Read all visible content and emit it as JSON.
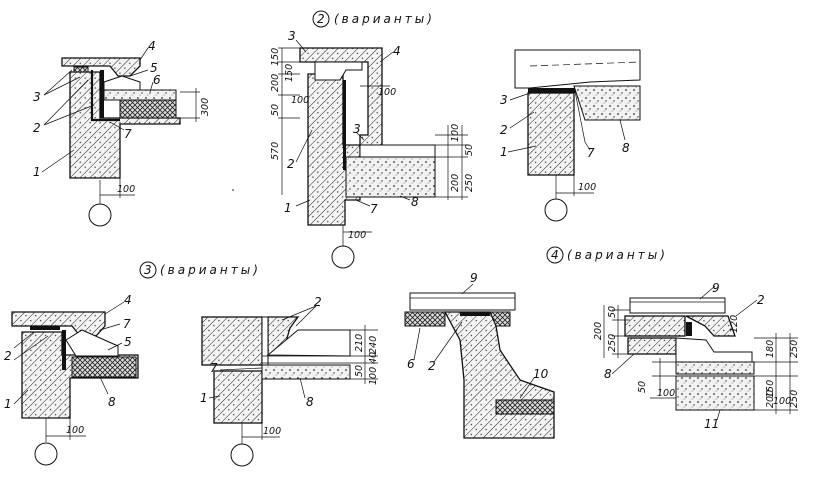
{
  "captions": {
    "v2_num": "2",
    "v2_text": "(варианты)",
    "v3_num": "3",
    "v3_text": "(варианты)",
    "v4_num": "4",
    "v4_text": "(варианты)"
  },
  "labels": {
    "d1": [
      "4",
      "5",
      "6",
      "3",
      "2",
      "7",
      "1"
    ],
    "d2": [
      "3",
      "4",
      "3",
      "2",
      "1",
      "7",
      "8"
    ],
    "d3": [
      "3",
      "2",
      "1",
      "7",
      "8"
    ],
    "d4": [
      "4",
      "7",
      "5",
      "2",
      "1",
      "8"
    ],
    "d5": [
      "2",
      "7",
      "1",
      "8"
    ],
    "d6": [
      "9",
      "6",
      "2",
      "10"
    ],
    "d7": [
      "9",
      "2",
      "8",
      "11"
    ]
  },
  "dims": {
    "d1": [
      "100",
      "300"
    ],
    "d2": [
      "150",
      "200",
      "150",
      "100",
      "50",
      "570",
      "100",
      "100",
      "50",
      "200",
      "250",
      "100"
    ],
    "d3": [
      "100"
    ],
    "d4": [
      "100"
    ],
    "d5": [
      "210",
      "240",
      "40",
      "50",
      "100",
      "100"
    ],
    "d7": [
      "50",
      "200",
      "250",
      "120",
      "180",
      "250",
      "50",
      "100",
      "150",
      "100",
      "200",
      "250"
    ]
  },
  "colors": {
    "ink": "#111111",
    "paper": "#ffffff"
  }
}
